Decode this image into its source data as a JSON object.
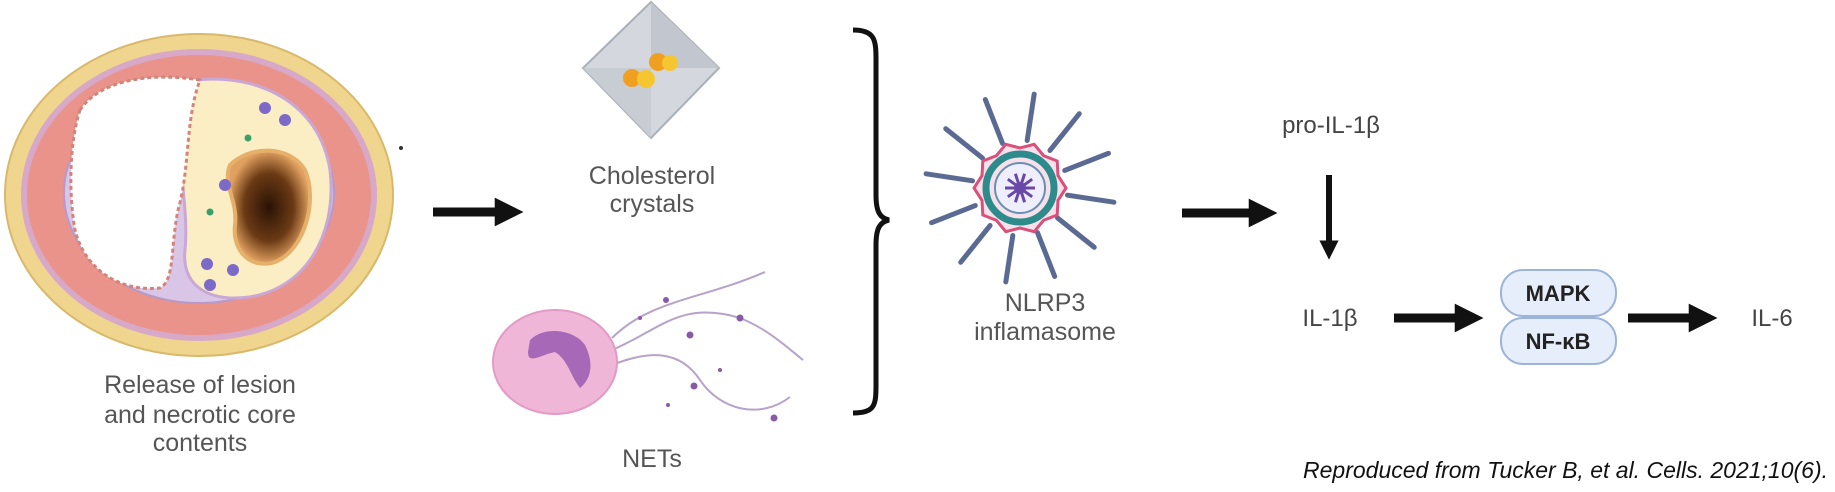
{
  "diagram": {
    "artery": {
      "label_lines": [
        "Release of lesion",
        "and necrotic core",
        "contents"
      ]
    },
    "crystals": {
      "label_lines": [
        "Cholesterol",
        "crystals"
      ]
    },
    "nets": {
      "label": "NETs"
    },
    "inflammasome": {
      "label_lines": [
        "NLRP3",
        "inflamasome"
      ]
    },
    "pathway": {
      "pro_il1b": "pro-IL-1β",
      "il1b": "IL-1β",
      "mapk": "MAPK",
      "nfkb": "NF-κB",
      "il6": "IL-6"
    },
    "citation": "Reproduced from Tucker B, et al. Cells. 2021;10(6)."
  },
  "colors": {
    "adventitia": "#f0d58f",
    "media": "#e9938a",
    "intima": "#d9c6e6",
    "plaque": "#fbeec4",
    "core": "#4a2410",
    "cell": "#f0b6d8",
    "spoke": "#5a6a92",
    "ring": "#2e8b8b",
    "pill_fill": "#e6eefb",
    "pill_stroke": "#9db4d8"
  }
}
